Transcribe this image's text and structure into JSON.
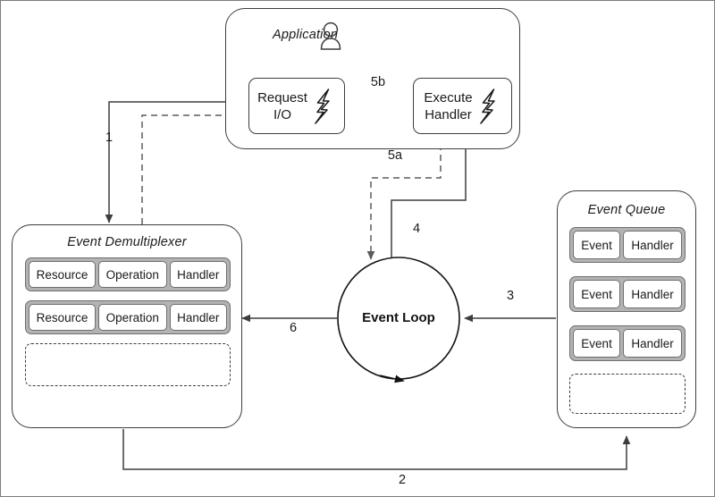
{
  "diagram": {
    "title": "Reactor pattern event loop diagram",
    "background_color": "#ffffff",
    "line_color": "#3d3d3d",
    "row_fill_color": "#b3b3b3",
    "cell_fill_color": "#ffffff"
  },
  "application": {
    "title": "Application",
    "person_icon": "person-icon",
    "boxes": [
      {
        "id": "request-io",
        "label": "Request\nI/O",
        "icon": "lightning-bolt-icon"
      },
      {
        "id": "execute-handler",
        "label": "Execute\nHandler",
        "icon": "lightning-bolt-icon"
      }
    ]
  },
  "event_demultiplexer": {
    "title": "Event Demultiplexer",
    "column_headers": [
      "Resource",
      "Operation",
      "Handler"
    ],
    "rows": [
      [
        "Resource",
        "Operation",
        "Handler"
      ],
      [
        "Resource",
        "Operation",
        "Handler"
      ]
    ],
    "empty_slot": ""
  },
  "event_queue": {
    "title": "Event Queue",
    "column_headers": [
      "Event",
      "Handler"
    ],
    "rows": [
      [
        "Event",
        "Handler"
      ],
      [
        "Event",
        "Handler"
      ],
      [
        "Event",
        "Handler"
      ]
    ],
    "empty_slot": ""
  },
  "event_loop": {
    "label": "Event Loop"
  },
  "steps": [
    {
      "id": "1",
      "label": "1",
      "style": "solid",
      "from": "Request I/O",
      "to": "Event Demultiplexer"
    },
    {
      "id": "2",
      "label": "2",
      "style": "solid",
      "from": "Event Demultiplexer",
      "to": "Event Queue"
    },
    {
      "id": "3",
      "label": "3",
      "style": "solid",
      "from": "Event Queue",
      "to": "Event Loop"
    },
    {
      "id": "4",
      "label": "4",
      "style": "solid",
      "from": "Event Loop",
      "to": "Execute Handler"
    },
    {
      "id": "5a",
      "label": "5a",
      "style": "dashed",
      "from": "Execute Handler",
      "to": "Event Loop"
    },
    {
      "id": "5b",
      "label": "5b",
      "style": "solid",
      "from": "Execute Handler",
      "to": "Request I/O"
    },
    {
      "id": "6",
      "label": "6",
      "style": "solid",
      "from": "Event Loop",
      "to": "Event Demultiplexer"
    }
  ]
}
